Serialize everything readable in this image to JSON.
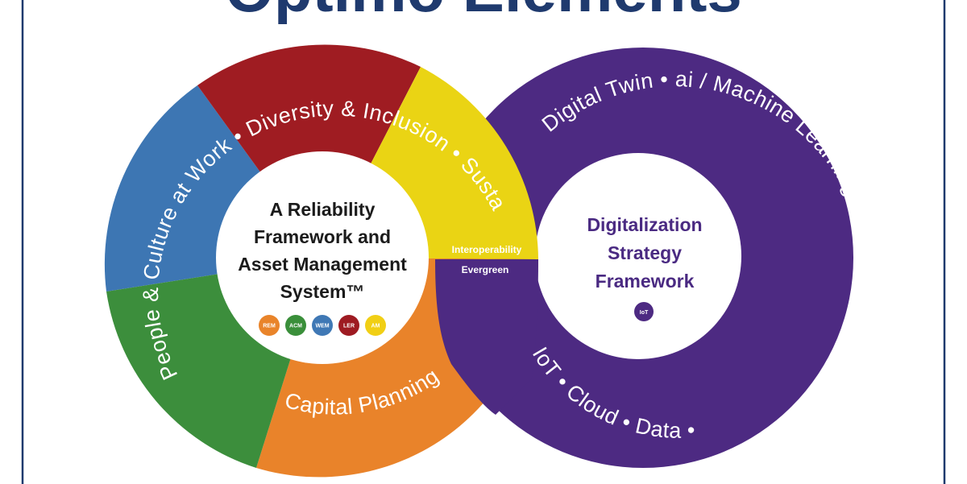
{
  "header": {
    "title": "Optimo Elements"
  },
  "left_ring": {
    "center_lines": [
      "A Reliability",
      "Framework and",
      "Asset Management",
      "System™"
    ],
    "badges": [
      {
        "label": "REM",
        "color": "#e9842a"
      },
      {
        "label": "ACM",
        "color": "#3a8f3a"
      },
      {
        "label": "WEM",
        "color": "#3f78b5"
      },
      {
        "label": "LER",
        "color": "#9e1b22"
      },
      {
        "label": "AM",
        "color": "#f1cf15"
      }
    ],
    "arc_text_top": "People & Culture at Work • Diversity & Inclusion • Sustainability",
    "arc_text_bottom": "Capital Planning",
    "colors": {
      "blue": "#3d76b3",
      "red": "#9f1c22",
      "yellow": "#ead414",
      "orange": "#e9832a",
      "green": "#3c8e3c",
      "center": "#ffffff"
    }
  },
  "bridge": {
    "upper_label": "Interoperability",
    "lower_label": "Evergreen"
  },
  "right_ring": {
    "center_lines": [
      "Digitalization",
      "Strategy",
      "Framework"
    ],
    "badge": "IoT",
    "arc_text_top": "Digital Twin • ai / Machine Learning • Trustworthy",
    "arc_text_bottom": "IoT • Cloud • Data •",
    "color": "#4d2a82"
  },
  "frame_color": "#1f3a6e"
}
